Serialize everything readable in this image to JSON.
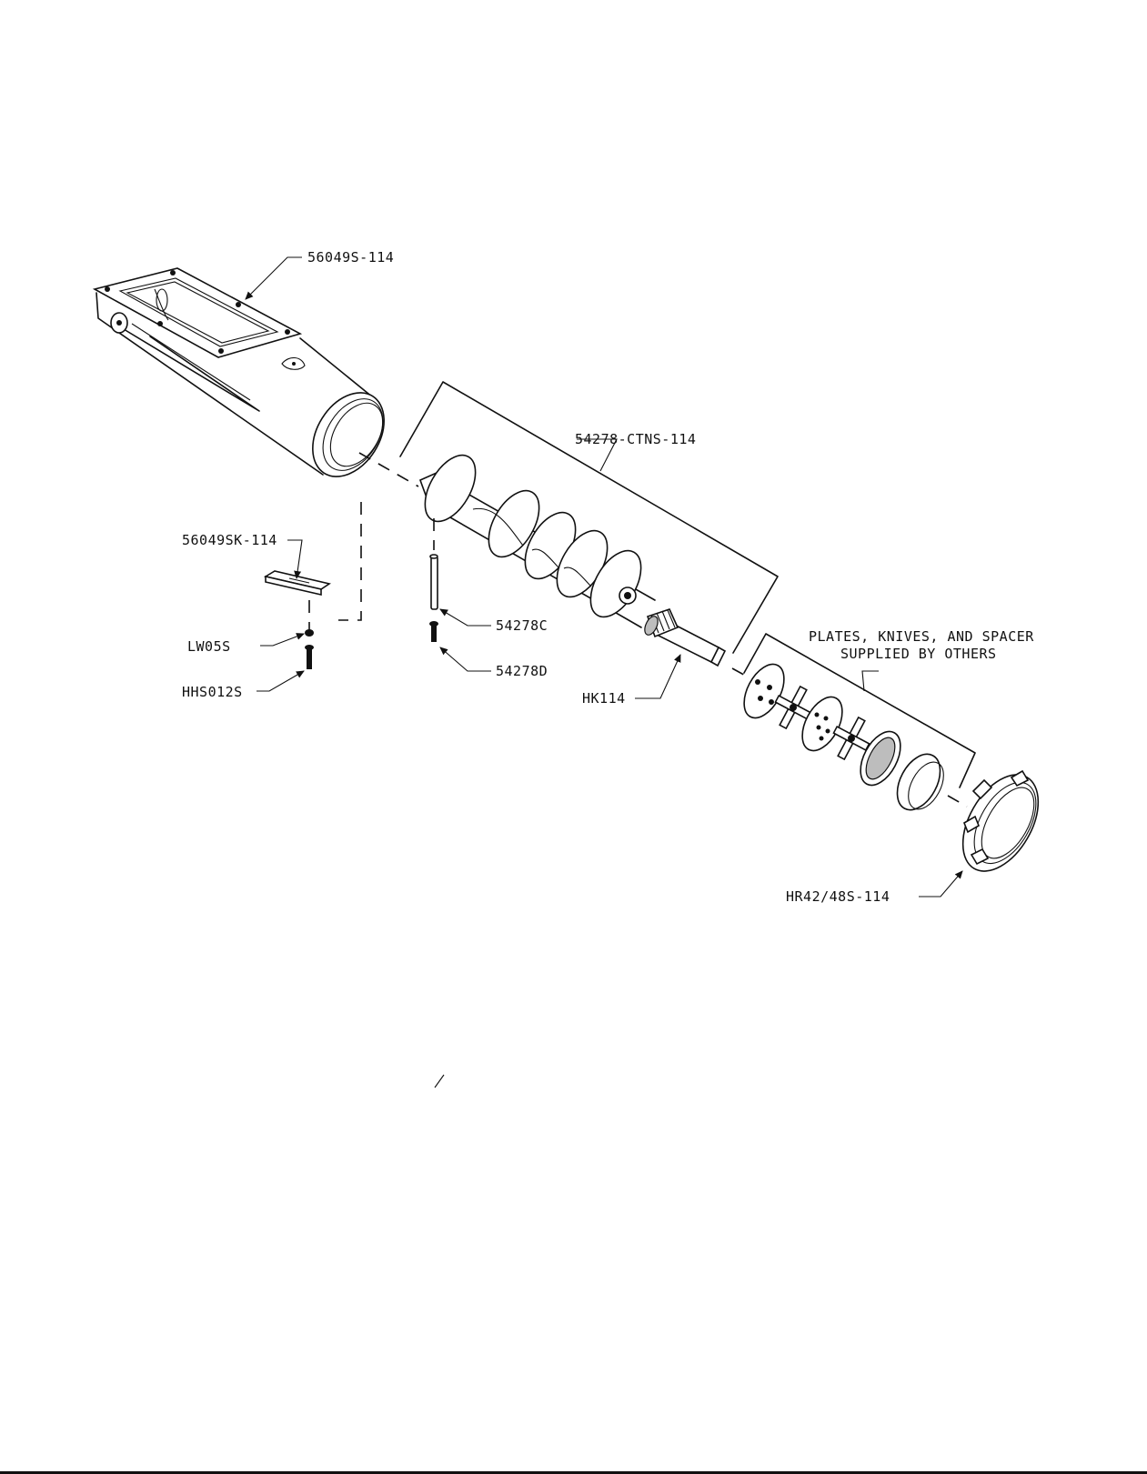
{
  "labels": {
    "feed_housing": "56049S-114",
    "key": "56049SK-114",
    "lock_washer": "LW05S",
    "cap_screw": "HHS012S",
    "feed_screw_assembly": "54278-CTNS-114",
    "pin": "54278C",
    "bolt": "54278D",
    "hub_key": "HK114",
    "cutting_set_line1": "PLATES, KNIVES, AND SPACER",
    "cutting_set_line2": "SUPPLIED BY OTHERS",
    "retaining_ring": "HR42/48S-114"
  },
  "colors": {
    "ink": "#111111",
    "paper": "#ffffff",
    "shade": "#bdbdbd"
  }
}
